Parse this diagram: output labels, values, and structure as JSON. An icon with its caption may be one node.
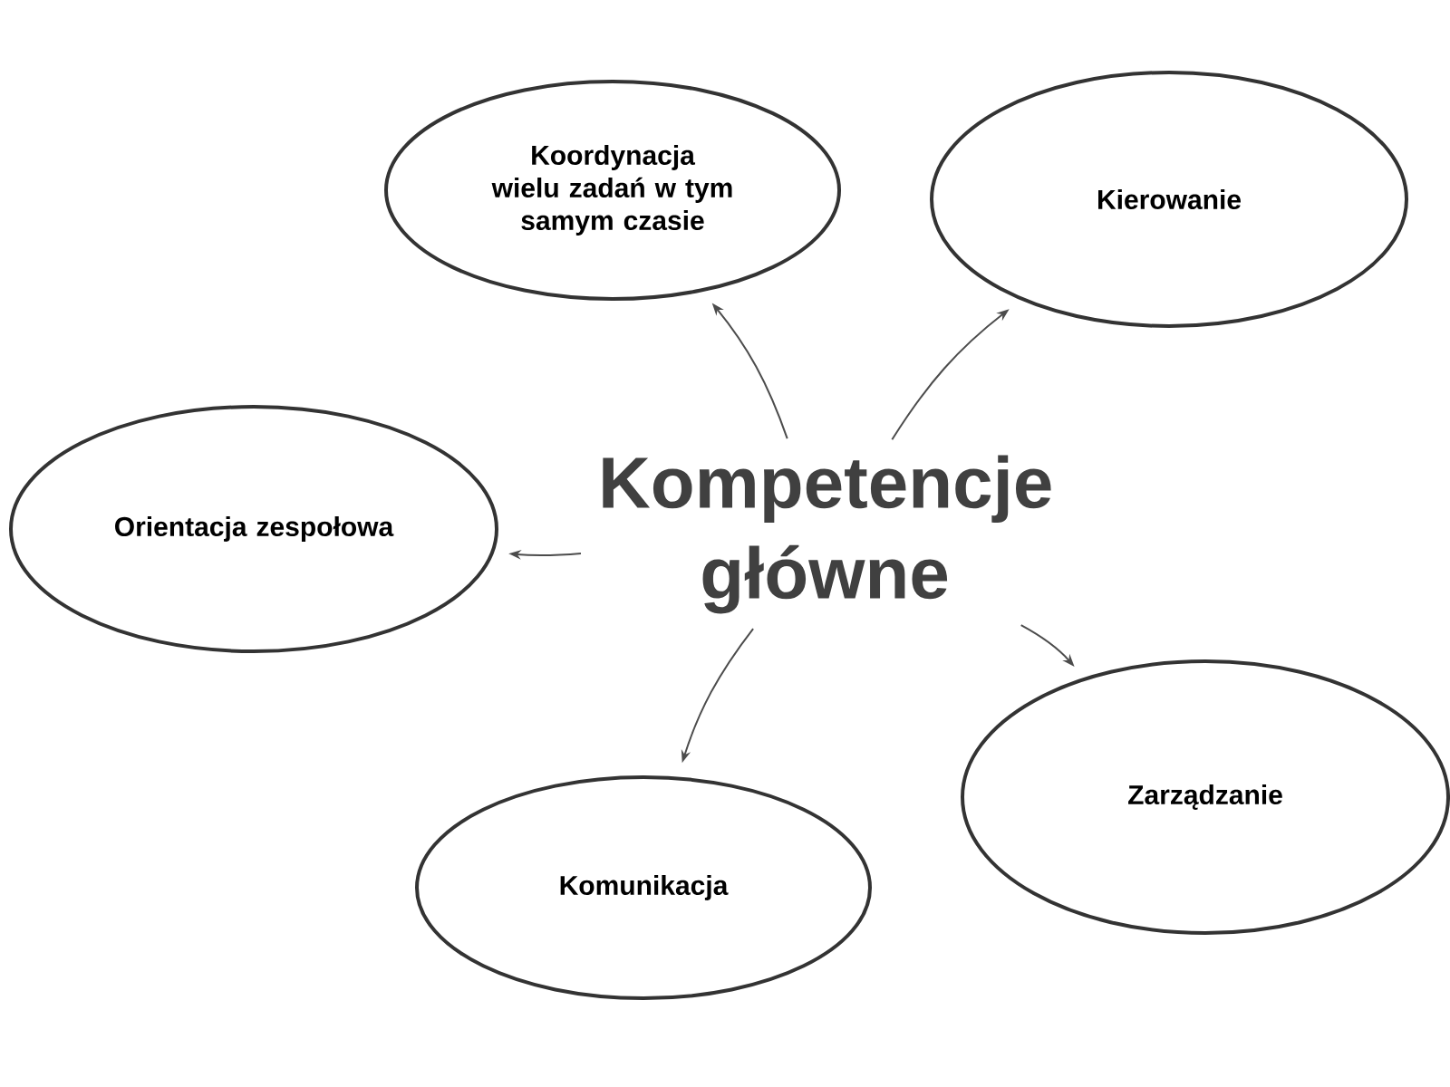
{
  "diagram": {
    "nodes": [
      {
        "text": [
          "Kompetencje główne"
        ]
      },
      {
        "text": [
          "Koordynacja wielu zadań w tym samym czasie"
        ]
      },
      {
        "text": [
          "Kierowanie"
        ]
      },
      {
        "text": [
          "Orientacja zespołowa"
        ]
      },
      {
        "text": [
          "Komunikacja"
        ]
      },
      {
        "text": [
          "Zarządzanie"
        ]
      }
    ],
    "edges": [
      {
        "from": 0,
        "to": 1,
        "arrow": "to"
      },
      {
        "from": 0,
        "to": 2,
        "arrow": "to"
      },
      {
        "from": 0,
        "to": 3,
        "arrow": "to"
      },
      {
        "from": 0,
        "to": 4,
        "arrow": "to"
      },
      {
        "from": 0,
        "to": 5,
        "arrow": "to"
      }
    ]
  }
}
